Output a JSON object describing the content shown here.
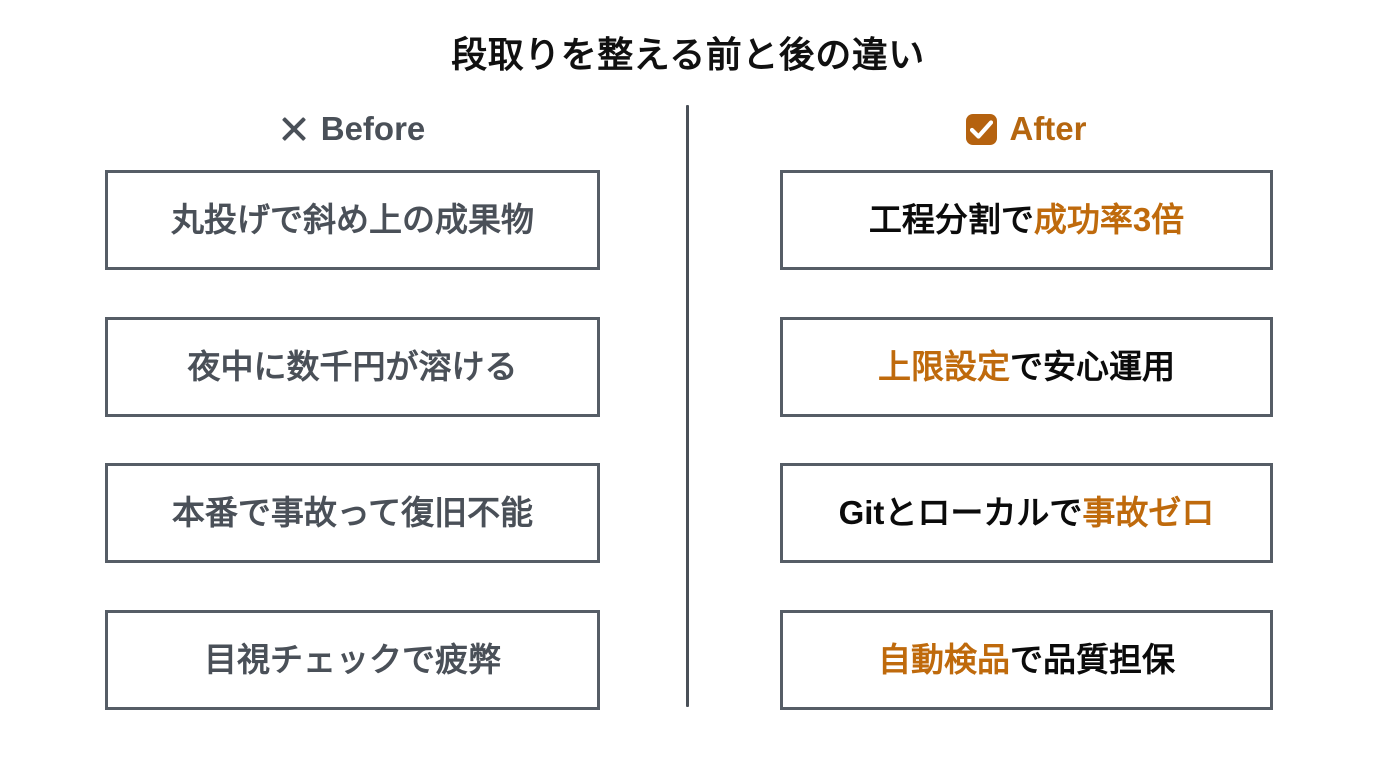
{
  "title": "段取りを整える前と後の違い",
  "colors": {
    "accent_orange": "#bf6a0c",
    "icon_orange": "#b5620f",
    "gray_text": "#4a5058",
    "border_gray": "#565d66",
    "black_text": "#0b0b0b",
    "background": "#ffffff"
  },
  "divider": {
    "name": "vertical-divider"
  },
  "columns": {
    "before": {
      "icon": "x-icon",
      "header": "Before",
      "cards": [
        {
          "text": "丸投げで斜め上の成果物"
        },
        {
          "text": "夜中に数千円が溶ける"
        },
        {
          "text": "本番で事故って復旧不能"
        },
        {
          "text": "目視チェックで疲弊"
        }
      ]
    },
    "after": {
      "icon": "checkbox-checked-icon",
      "header": "After",
      "cards": [
        {
          "plain_lead": "工程分割で",
          "highlight": "成功率3倍",
          "plain_tail": ""
        },
        {
          "plain_lead": "",
          "highlight": "上限設定",
          "plain_tail": "で安心運用"
        },
        {
          "plain_lead": "Gitとローカルで",
          "highlight": "事故ゼロ",
          "plain_tail": ""
        },
        {
          "plain_lead": "",
          "highlight": "自動検品",
          "plain_tail": "で品質担保"
        }
      ]
    }
  }
}
